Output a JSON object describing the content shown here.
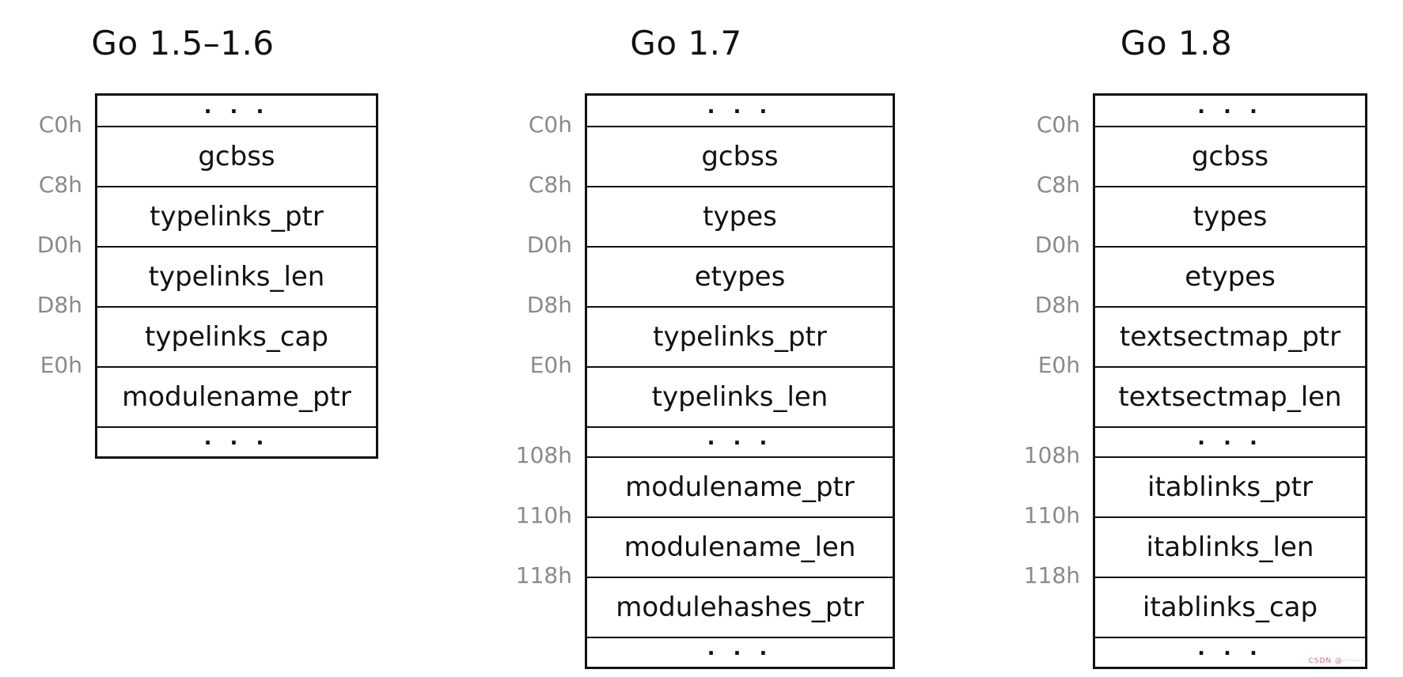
{
  "canvas": {
    "background": "#ffffff"
  },
  "colors": {
    "canvas_bg": "#ffffff",
    "border": "#111111",
    "field_text": "#111111",
    "offset_text": "#8a8a8a",
    "title_text": "#111111",
    "watermark_text": "#c9606e"
  },
  "diagrams": [
    {
      "title": "Go 1.5–1.6",
      "rows": [
        {
          "kind": "ellipsis",
          "label": ". . .",
          "offset": ""
        },
        {
          "kind": "field",
          "label": "gcbss",
          "offset": "C0h"
        },
        {
          "kind": "field",
          "label": "typelinks_ptr",
          "offset": "C8h"
        },
        {
          "kind": "field",
          "label": "typelinks_len",
          "offset": "D0h"
        },
        {
          "kind": "field",
          "label": "typelinks_cap",
          "offset": "D8h"
        },
        {
          "kind": "field",
          "label": "modulename_ptr",
          "offset": "E0h"
        },
        {
          "kind": "ellipsis",
          "label": ". . .",
          "offset": ""
        }
      ]
    },
    {
      "title": "Go 1.7",
      "rows": [
        {
          "kind": "ellipsis",
          "label": ". . .",
          "offset": ""
        },
        {
          "kind": "field",
          "label": "gcbss",
          "offset": "C0h"
        },
        {
          "kind": "field",
          "label": "types",
          "offset": "C8h"
        },
        {
          "kind": "field",
          "label": "etypes",
          "offset": "D0h"
        },
        {
          "kind": "field",
          "label": "typelinks_ptr",
          "offset": "D8h"
        },
        {
          "kind": "field",
          "label": "typelinks_len",
          "offset": "E0h"
        },
        {
          "kind": "ellipsis",
          "label": ". . .",
          "offset": ""
        },
        {
          "kind": "field",
          "label": "modulename_ptr",
          "offset": "108h"
        },
        {
          "kind": "field",
          "label": "modulename_len",
          "offset": "110h"
        },
        {
          "kind": "field",
          "label": "modulehashes_ptr",
          "offset": "118h"
        },
        {
          "kind": "ellipsis",
          "label": ". . .",
          "offset": ""
        }
      ]
    },
    {
      "title": "Go 1.8",
      "rows": [
        {
          "kind": "ellipsis",
          "label": ". . .",
          "offset": ""
        },
        {
          "kind": "field",
          "label": "gcbss",
          "offset": "C0h"
        },
        {
          "kind": "field",
          "label": "types",
          "offset": "C8h"
        },
        {
          "kind": "field",
          "label": "etypes",
          "offset": "D0h"
        },
        {
          "kind": "field",
          "label": "textsectmap_ptr",
          "offset": "D8h"
        },
        {
          "kind": "field",
          "label": "textsectmap_len",
          "offset": "E0h"
        },
        {
          "kind": "ellipsis",
          "label": ". . .",
          "offset": ""
        },
        {
          "kind": "field",
          "label": "itablinks_ptr",
          "offset": "108h"
        },
        {
          "kind": "field",
          "label": "itablinks_len",
          "offset": "110h"
        },
        {
          "kind": "field",
          "label": "itablinks_cap",
          "offset": "118h"
        },
        {
          "kind": "ellipsis",
          "label": ". . .",
          "offset": ""
        }
      ]
    }
  ],
  "watermark": {
    "text": "CSDN @·······"
  }
}
